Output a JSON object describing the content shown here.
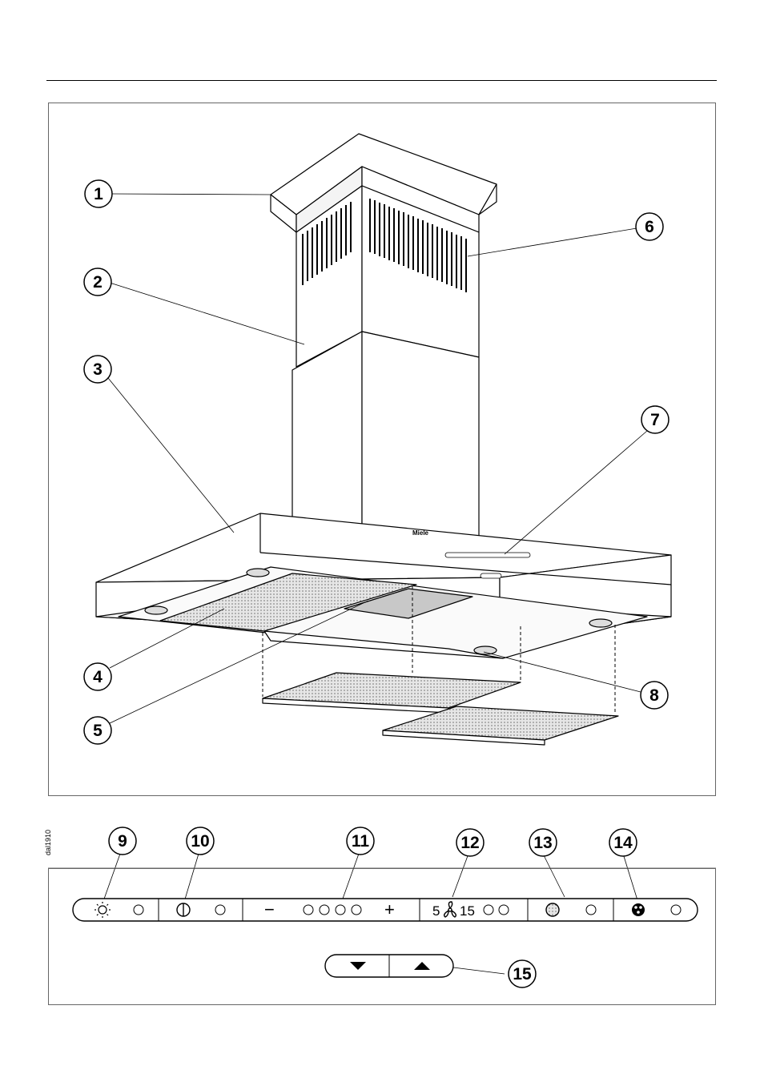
{
  "diagram_code": "dal1910",
  "brand_logo": "Miele",
  "callouts": [
    "1",
    "2",
    "3",
    "4",
    "5",
    "6",
    "7",
    "8",
    "9",
    "10",
    "11",
    "12",
    "13",
    "14",
    "15"
  ],
  "panel": {
    "speed_text_left": "5",
    "speed_text_right": "15",
    "minus": "−",
    "plus": "+"
  },
  "icons": {
    "light": "sun-icon",
    "power": "power-icon",
    "fan_run_on": "fan-icon",
    "grease_filter": "grease-filter-icon",
    "odour_filter": "odour-filter-icon",
    "down": "triangle-down-icon",
    "up": "triangle-up-icon"
  },
  "colors": {
    "line": "#000000",
    "frame": "#666666",
    "filter": "#d0d0d0",
    "lamp": "#c8c8c8"
  }
}
